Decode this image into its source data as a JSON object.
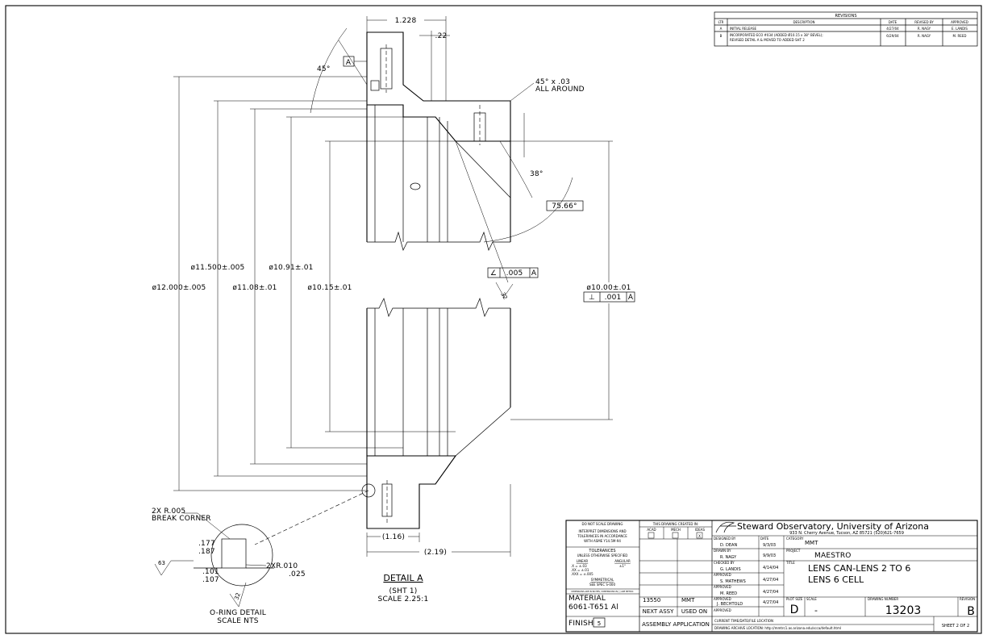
{
  "revisions": {
    "title": "REVISIONS",
    "headers": [
      "LTR",
      "DESCRIPTION",
      "DATE",
      "REVISED BY",
      "APPROVED"
    ],
    "rows": [
      {
        "ltr": "A",
        "desc1": "INITIAL RELEASE",
        "desc2": "",
        "date": "4/27/04",
        "revised_by": "R. NAGY",
        "approved": "E. LANDIS"
      },
      {
        "ltr": "B",
        "desc1": "INCORPORATED ECO #034 (ADDED Ø10.15 x 38° BEVEL);",
        "desc2": "REVISED DETAIL A & MOVED TO ADDED SHT 2",
        "date": "6/29/04",
        "revised_by": "R. NAGY",
        "approved": "M. REED"
      }
    ]
  },
  "dimensions": {
    "top_width": "1.228",
    "top_small": ".22",
    "angle_left": "45°",
    "chamfer_line1": "45° x .03",
    "chamfer_line2": "ALL AROUND",
    "angle_38": "38°",
    "angle_box": "75.66°",
    "flatness_sym": "∠",
    "flatness_val": ".005",
    "datum_a": "A",
    "finish_32": "32",
    "d12": "ø12.000±.005",
    "d11500": "ø11.500±.005",
    "d1108": "ø11.08±.01",
    "d1091": "ø10.91±.01",
    "d1015": "ø10.15±.01",
    "d10": "ø10.00±.01",
    "perp_sym": "⊥",
    "perp_val": ".001",
    "bottom_116": "(1.16)",
    "bottom_219": "(2.19)"
  },
  "detail_a": {
    "title": "DETAIL A",
    "sheet_ref": "(SHT 1)",
    "scale": "SCALE 2.25:1",
    "datum_label": "A"
  },
  "oring": {
    "note1": "2X R.005",
    "note2": "BREAK CORNER",
    "d177": ".177",
    "d187": ".187",
    "d101": ".101",
    "d107": ".107",
    "xr1": "2XR.010",
    "xr2": ".025",
    "finish63": "63",
    "finish32": "32",
    "title1": "O-RING DETAIL",
    "title2": "SCALE NTS"
  },
  "title_block": {
    "notice": [
      "DO NOT SCALE DRAWING",
      "INTERPRET DIMENSIONS AND",
      "TOLERANCES IN ACCORDANCE",
      "WITH ASME Y14.5M-94"
    ],
    "tol_title1": "TOLERANCES",
    "tol_title2": "UNLESS OTHERWISE SPECIFIED",
    "tol_linear": "LINEAR",
    "tol_angular": "ANGULAR",
    "tol_x": ".X   = ±.03",
    "tol_xx": ".XX  = ±.01",
    "tol_xxx": ".XXX = ±.005",
    "tol_ang": "±1°",
    "symmetrical": "SYMMETRICAL",
    "sym_spec": "SEE SPEC S-000",
    "tiny_note": "DIMENSIONS ARE IN INCHES / DIMENSIONS IN [ ] ARE METRIC",
    "material_label": "MATERIAL",
    "material": "6061-T651 Al",
    "finish_label": "FINISH",
    "finish_val": "5",
    "created_in": "THIS DRAWING CREATED IN:",
    "cad_acad": "ACAD",
    "cad_mech": "MECH",
    "cad_ideas": "IDEAS",
    "cad_mark": "X",
    "assy_num": "13550",
    "assy_used": "MMT",
    "next_assy": "NEXT ASSY",
    "used_on": "USED ON",
    "assembly_app": "ASSEMBLY APPLICATION",
    "org_name": "Steward Observatory, University of Arizona",
    "org_address": "933 N. Cherry Avenue, Tucson, AZ  85721   (520)621-7659",
    "designed_label": "DESIGNED BY",
    "designed_by": "D. DEAN",
    "date_label": "DATE",
    "designed_date": "9/3/03",
    "drawn_label": "DRAWN BY",
    "drawn_by": "R. NAGY",
    "drawn_date": "9/9/03",
    "checked_label": "CHECKED BY",
    "checked_by": "G. LANDIS",
    "checked_date": "4/14/04",
    "approved_label": "APPROVED",
    "approved1": "S. MATHEWS",
    "approved1_date": "4/27/04",
    "approved2": "M. REED",
    "approved2_date": "4/27/04",
    "approved3": "J. BECHTOLD",
    "approved3_date": "4/27/04",
    "category_label": "CATEGORY",
    "category": "MMT",
    "project_label": "PROJECT",
    "project": "MAESTRO",
    "title_label": "TITLE",
    "title1": "LENS CAN-LENS 2 TO 6",
    "title2": "LENS 6 CELL",
    "plot_size_label": "PLOT SIZE",
    "plot_size": "D",
    "scale_label": "SCALE",
    "scale": "-",
    "drawing_no_label": "DRAWING NUMBER",
    "drawing_no": "13203",
    "revision_label": "REVISION",
    "revision": "B",
    "file_loc_label": "CURRENT TIME/DATE/FILE LOCATION",
    "archive_label": "DRAWING ARCHIVE LOCATION: http://mmtrc1.as.arizona.edu/scca/default.html",
    "sheet": "SHEET 2 OF 2"
  }
}
